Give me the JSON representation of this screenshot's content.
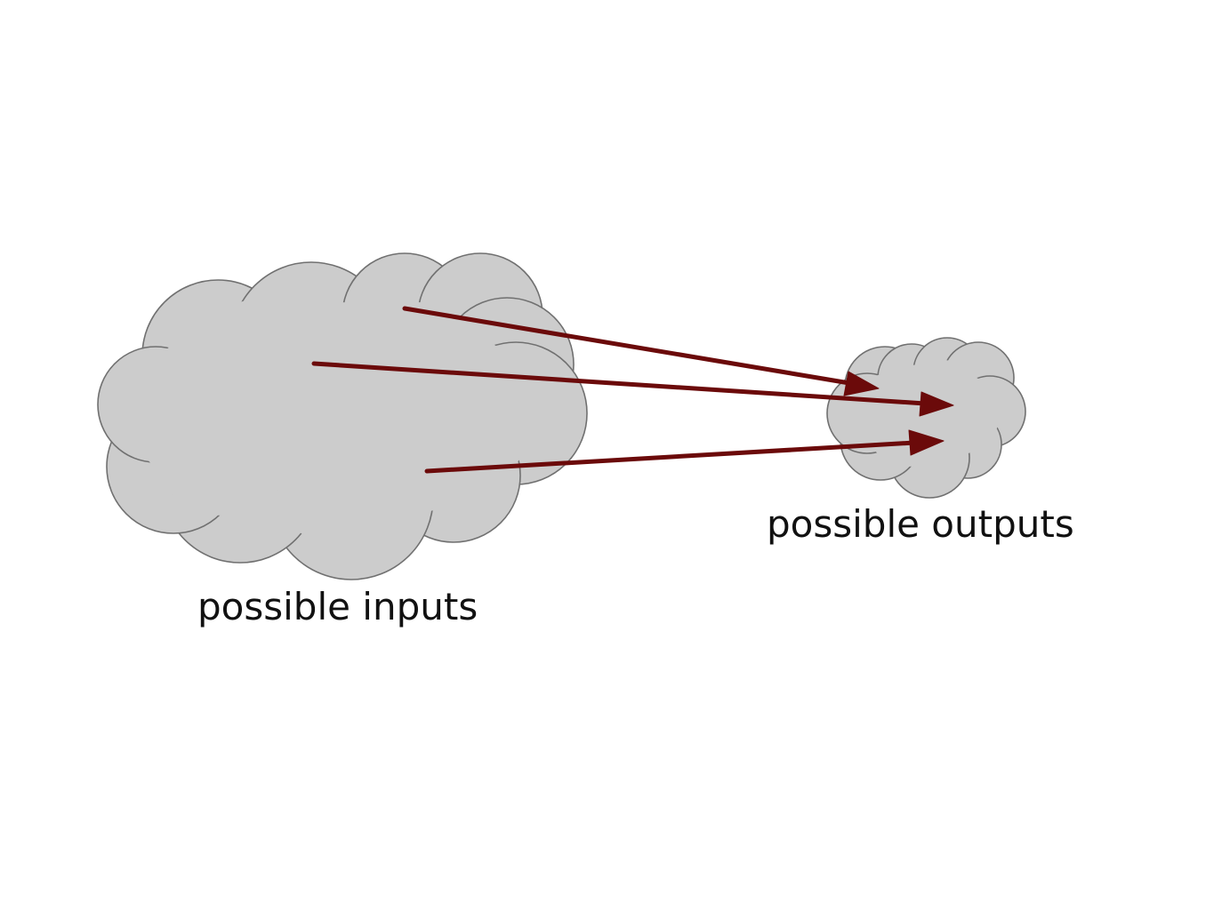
{
  "diagram": {
    "inputs_label": "possible inputs",
    "outputs_label": "possible outputs",
    "arrow_color": "#6b0a0a",
    "cloud_color": "#cccccc",
    "cloud_outline_color": "#707070",
    "arrows": [
      {
        "from": "possible inputs",
        "to": "possible outputs"
      },
      {
        "from": "possible inputs",
        "to": "possible outputs"
      },
      {
        "from": "possible inputs",
        "to": "possible outputs"
      }
    ]
  }
}
